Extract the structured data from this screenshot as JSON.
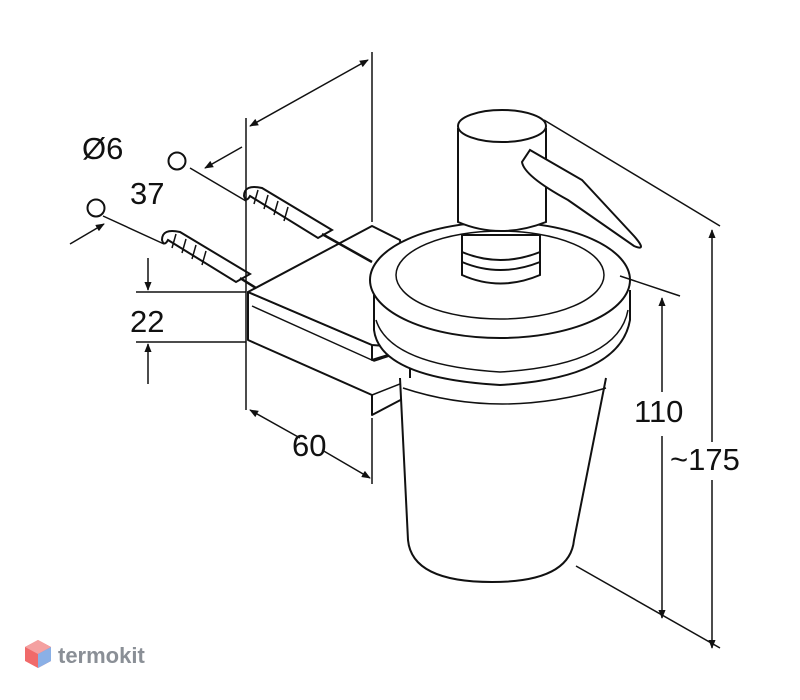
{
  "dimensions": {
    "diameter": "Ø6",
    "hole_spacing": "37",
    "mount_height": "22",
    "depth": "60",
    "container_height": "110",
    "total_height": "~175"
  },
  "watermark": {
    "brand": "termokit",
    "icon": "hexagon-logo-icon"
  }
}
